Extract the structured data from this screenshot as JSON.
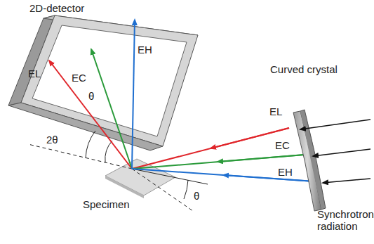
{
  "diagram": {
    "labels": [
      "2D-detector",
      "EL",
      "EC",
      "EH",
      "θ",
      "2θ",
      "θ",
      "Specimen",
      "EL",
      "EC",
      "EH",
      "Curved crystal",
      "Synchrotron radiation"
    ]
  }
}
